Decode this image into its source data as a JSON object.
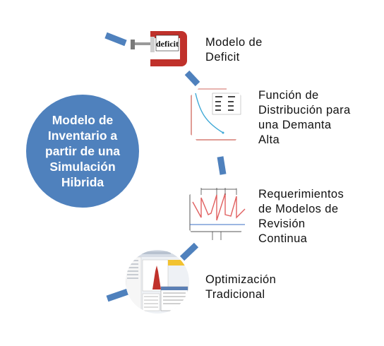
{
  "center": {
    "title": "Modelo de\nInventario a\npartir de una\nSimulación\nHibrida"
  },
  "items": [
    {
      "label": "Modelo de\nDeficit",
      "icon": "c-clamp-deficit-icon",
      "image_text": "deficit"
    },
    {
      "label": "Función de\nDistribución para\nuna Demanta\nAlta",
      "icon": "distribution-chart-icon"
    },
    {
      "label": "Requerimientos\nde Modelos de\nRevisión\nContinua",
      "icon": "inventory-sawtooth-icon"
    },
    {
      "label": "Optimización\nTradicional",
      "icon": "software-screenshot-icon"
    }
  ],
  "colors": {
    "accent": "#4f81bd",
    "text": "#111111",
    "background": "#ffffff"
  }
}
